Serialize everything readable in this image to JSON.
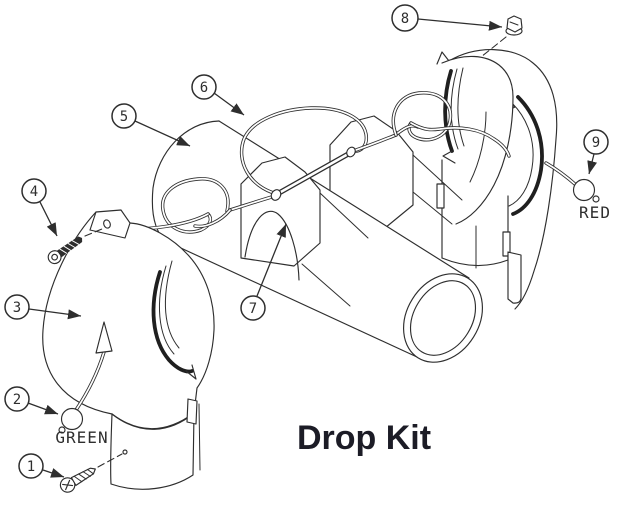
{
  "title": "Drop Kit",
  "labels": {
    "green": "GREEN",
    "red": "RED"
  },
  "callouts": [
    {
      "number": "1"
    },
    {
      "number": "2"
    },
    {
      "number": "3"
    },
    {
      "number": "4"
    },
    {
      "number": "5"
    },
    {
      "number": "6"
    },
    {
      "number": "7"
    },
    {
      "number": "8"
    },
    {
      "number": "9"
    }
  ],
  "colors": {
    "background": "#ffffff",
    "line": "#2e2e2e",
    "title_text": "#1c1c26"
  }
}
